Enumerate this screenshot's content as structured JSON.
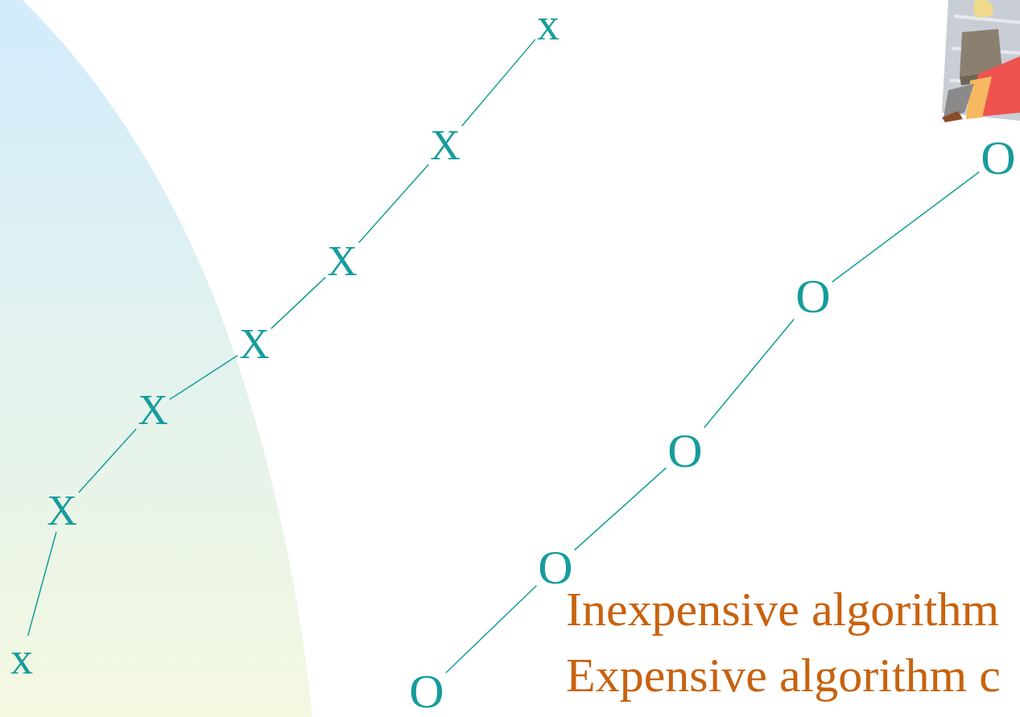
{
  "diagram": {
    "nodes": [
      {
        "text": [
          "x"
        ]
      },
      {
        "text": [
          "X"
        ]
      },
      {
        "text": [
          "X"
        ]
      },
      {
        "text": [
          "X"
        ]
      },
      {
        "text": [
          "X"
        ]
      },
      {
        "text": [
          "X"
        ]
      },
      {
        "text": [
          "x"
        ]
      },
      {
        "text": [
          "O"
        ]
      },
      {
        "text": [
          "O"
        ]
      },
      {
        "text": [
          "O"
        ]
      },
      {
        "text": [
          "O"
        ]
      },
      {
        "text": [
          "O"
        ]
      }
    ],
    "edges": [
      {
        "from": 0,
        "to": 1,
        "arrow": "none"
      },
      {
        "from": 1,
        "to": 2,
        "arrow": "none"
      },
      {
        "from": 2,
        "to": 3,
        "arrow": "none"
      },
      {
        "from": 3,
        "to": 4,
        "arrow": "none"
      },
      {
        "from": 4,
        "to": 5,
        "arrow": "none"
      },
      {
        "from": 5,
        "to": 6,
        "arrow": "none"
      },
      {
        "from": 7,
        "to": 8,
        "arrow": "none"
      },
      {
        "from": 8,
        "to": 9,
        "arrow": "none"
      },
      {
        "from": 9,
        "to": 10,
        "arrow": "none"
      },
      {
        "from": 10,
        "to": 11,
        "arrow": "none"
      }
    ],
    "labels": [
      "Inexpensive algorithm",
      "Expensive algorithm c"
    ]
  }
}
